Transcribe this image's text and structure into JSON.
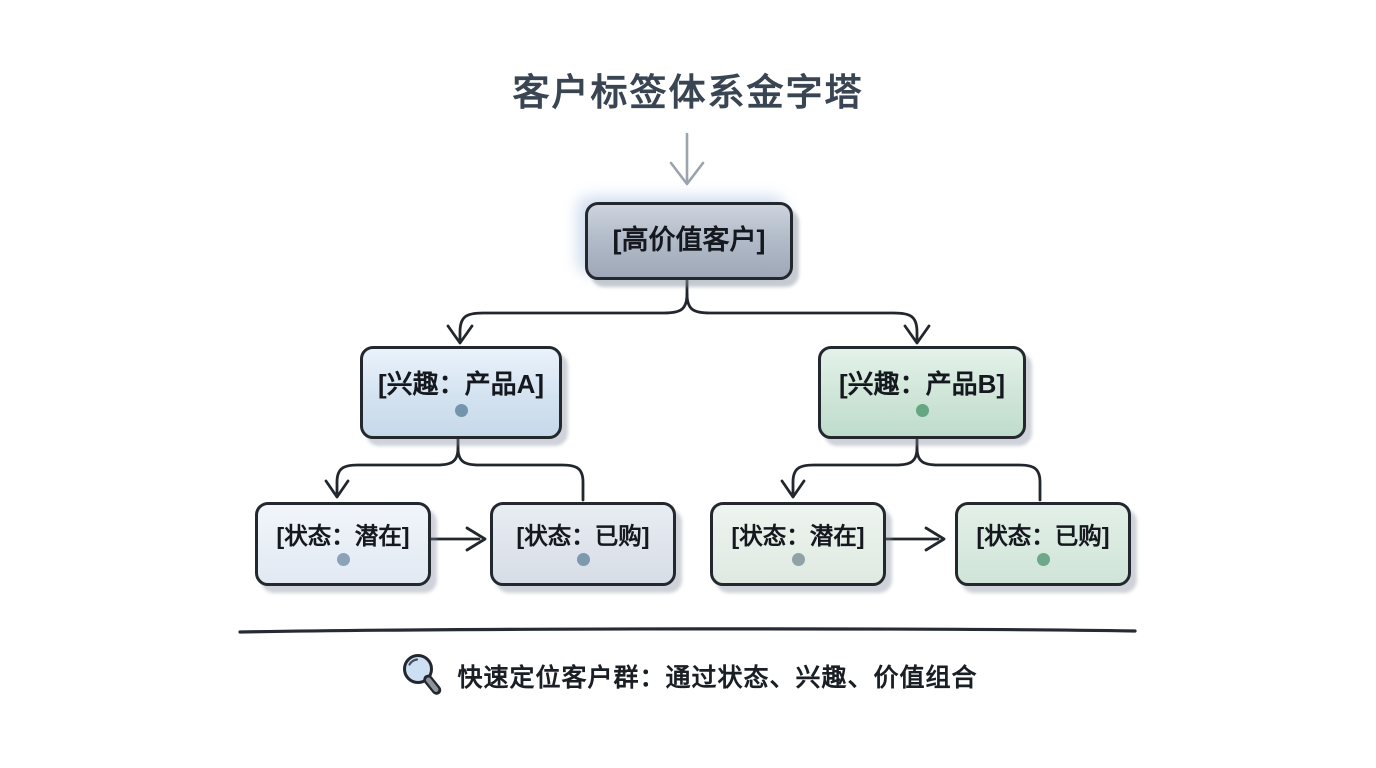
{
  "title": "客户标签体系金字塔",
  "tree": {
    "root": {
      "label": "[高价值客户]"
    },
    "level2": [
      {
        "label": "[兴趣：产品A]",
        "dot_color": "#7395ac"
      },
      {
        "label": "[兴趣：产品B]",
        "dot_color": "#66a682"
      }
    ],
    "level3": [
      {
        "label": "[状态：潜在]",
        "dot_color": "#8aa3b9"
      },
      {
        "label": "[状态：已购]",
        "dot_color": "#7e98ae"
      },
      {
        "label": "[状态：潜在]",
        "dot_color": "#90a2a6"
      },
      {
        "label": "[状态：已购]",
        "dot_color": "#6da88a"
      }
    ]
  },
  "footer": {
    "icon": "magnifier-icon",
    "text": "快速定位客户群：通过状态、兴趣、价值组合"
  },
  "colors": {
    "title_text": "#3a4553",
    "node_border": "#23282f",
    "root_fill": "#a8b1c0",
    "interest_a_fill": "#cfdfee",
    "interest_b_fill": "#c8e2d2",
    "status_potential_a_fill": "#e9eef6",
    "status_purchased_a_fill": "#dde2ea",
    "status_potential_b_fill": "#e7efe9",
    "status_purchased_b_fill": "#d8e8de",
    "connector": "#22272e",
    "title_arrow": "#9ba3ad",
    "separator": "#262b33"
  }
}
